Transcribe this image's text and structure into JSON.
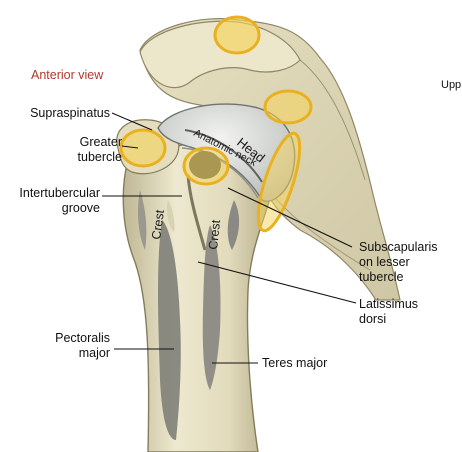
{
  "view_title": "Anterior view",
  "cut_text": "Upp",
  "labels": {
    "supraspinatus": "Supraspinatus",
    "greater_tubercle_1": "Greater",
    "greater_tubercle_2": "tubercle",
    "intertubercular_1": "Intertubercular",
    "intertubercular_2": "groove",
    "subscapularis_1": "Subscapularis",
    "subscapularis_2": "on lesser",
    "subscapularis_3": "tubercle",
    "latissimus_1": "Latissimus",
    "latissimus_2": "dorsi",
    "pectoralis_1": "Pectoralis",
    "pectoralis_2": "major",
    "teres_major": "Teres major"
  },
  "bone_labels": {
    "head": "Head",
    "anatomic_neck": "Anatomic neck",
    "crest_left": "Crest",
    "crest_right": "Crest"
  },
  "colors": {
    "highlight_fill": "#f5d45a",
    "highlight_stroke": "#e9b120",
    "bone": "#e8e2c6",
    "bone_shadow": "#c9c1a0",
    "muscle_gray": "#7f7f7a",
    "view_title": "#b23a2e"
  }
}
